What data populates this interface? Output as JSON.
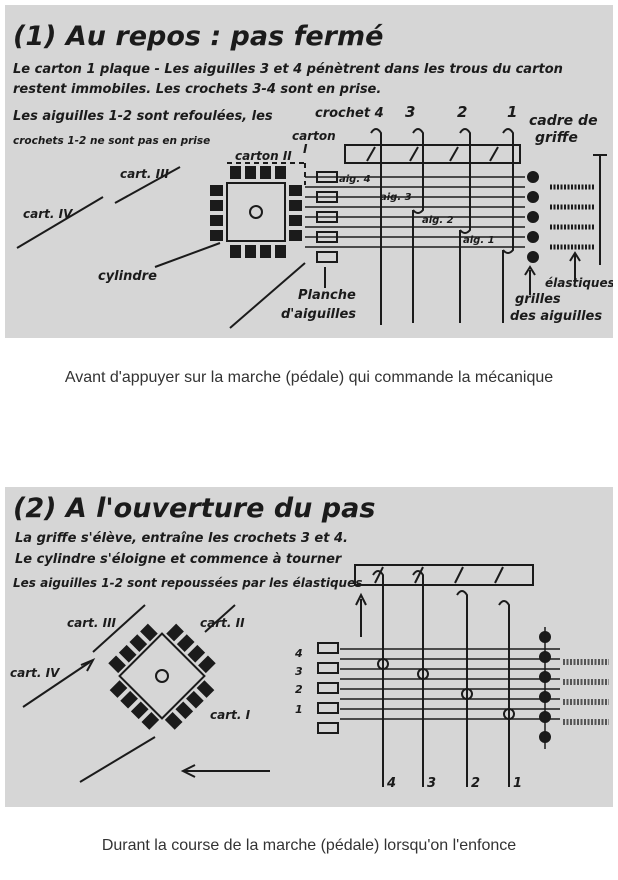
{
  "panel1": {
    "title": "(1) Au repos :  pas fermé",
    "notes": [
      "Le carton 1 plaque - Les aiguilles 3 et 4 pénètrent dans les trous du carton",
      "restent immobiles. Les crochets 3-4 sont en prise.",
      "Les aiguilles 1-2 sont refoulées, les",
      "crochets 1-2 ne sont pas en prise"
    ],
    "labels": {
      "crochet": "crochet 4",
      "hooks": [
        "3",
        "2",
        "1"
      ],
      "cadre_l1": "cadre de",
      "cadre_l2": "griffe",
      "carton_top": "carton",
      "carton_top_num": "I",
      "carton2": "carton II",
      "cart3": "cart. III",
      "cart4": "cart. IV",
      "cylindre": "cylindre",
      "aig4": "aig. 4",
      "aig3": "aig. 3",
      "aig2": "aig. 2",
      "aig1": "aig. 1",
      "planche_l1": "Planche",
      "planche_l2": "d'aiguilles",
      "grilles_l1": "grilles",
      "grilles_l2": "des aiguilles",
      "elastiques": "élastiques"
    }
  },
  "panel2": {
    "title": "(2) A l'ouverture  du pas",
    "notes": [
      "La griffe s'élève, entraîne les crochets 3 et 4.",
      "Le cylindre s'éloigne et commence à tourner",
      "Les aiguilles 1-2 sont repoussées par les élastiques"
    ],
    "labels": {
      "cart3": "cart. III",
      "cart2": "cart. II",
      "cart4": "cart. IV",
      "cart1": "cart. I",
      "needle_nums": [
        "4",
        "3",
        "2",
        "1"
      ],
      "hook_nums": [
        "4",
        "3",
        "2",
        "1"
      ]
    }
  },
  "captions": {
    "caption1": "Avant d'appuyer sur la marche (pédale) qui commande la mécanique",
    "caption2": "Durant la course de la marche (pédale) lorsqu'on l'enfonce"
  }
}
